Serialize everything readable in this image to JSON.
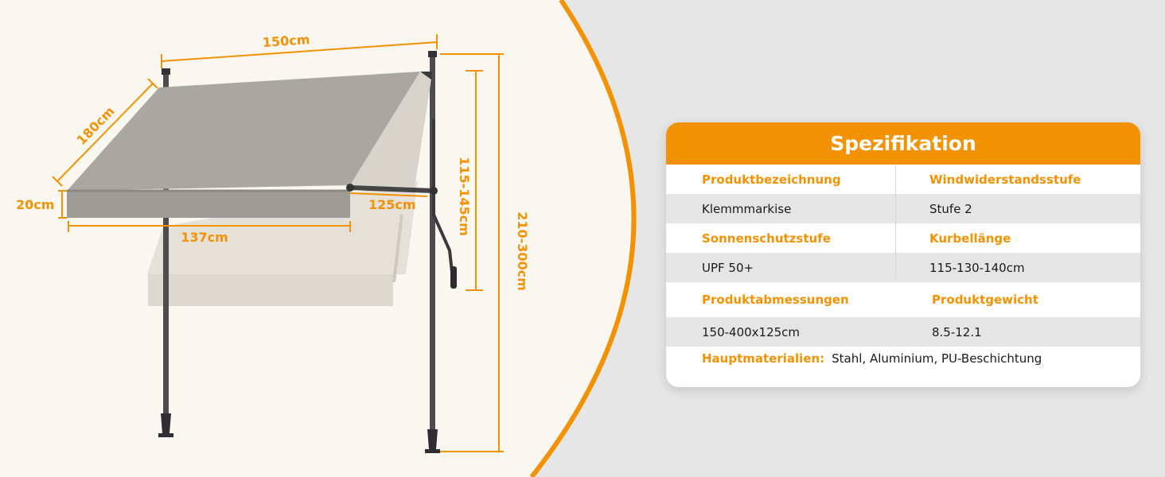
{
  "dimensions": {
    "width": "150cm",
    "depth": "180cm",
    "valance": "20cm",
    "extension": "125cm",
    "cover_width": "137cm",
    "crank_range": "115-145cm",
    "pole_height": "210-300cm"
  },
  "spec": {
    "title": "Spezifikation",
    "rows": [
      {
        "label1": "Produktbezeichnung",
        "label2": "Windwiderstandsstufe"
      },
      {
        "value1": "Klemmmarkise",
        "value2": "Stufe 2"
      },
      {
        "label1": "Sonnenschutzstufe",
        "label2": "Kurbellänge"
      },
      {
        "value1": "UPF 50+",
        "value2": "115-130-140cm"
      },
      {
        "label1": "Produktabmessungen",
        "label2": "Produktgewicht"
      },
      {
        "value1": "150-400x125cm",
        "value2": "8.5-12.1"
      }
    ],
    "materials_label": "Hauptmaterialien:",
    "materials_value": "Stahl, Aluminium, PU-Beschichtung"
  },
  "colors": {
    "accent": "#f39200",
    "left_background": "#faf7f0",
    "right_background": "#e6e6e6",
    "fabric": "#a9a7a2",
    "frame": "#4d4d4d"
  },
  "icons": [
    "awning-illustration"
  ]
}
